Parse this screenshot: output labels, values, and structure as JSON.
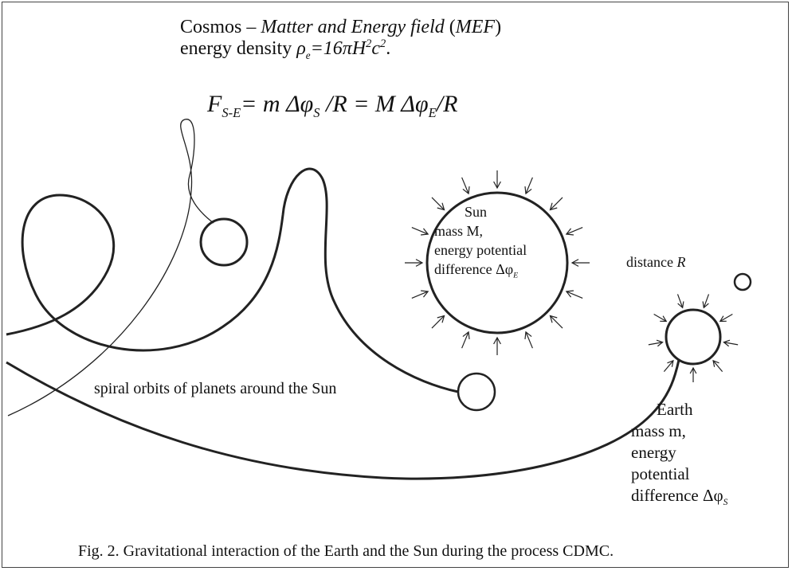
{
  "header": {
    "title_prefix": "Cosmos – ",
    "title_italic": "Matter and Energy field",
    "title_paren_open": " (",
    "title_abbr": "MEF",
    "title_paren_close": ")",
    "density_label": "energy density  ",
    "density_rho": "ρ",
    "density_rho_sub": "e",
    "density_eq": "=16πH",
    "density_sup1": "2",
    "density_c": "c",
    "density_sup2": "2",
    "density_end": "."
  },
  "formula": {
    "F": "F",
    "F_sub": "S-E",
    "part1": "= m Δφ",
    "part1_sub": "S",
    "part2": " /R = M Δφ",
    "part2_sub": "E",
    "part3": "/R"
  },
  "sun": {
    "line1": "Sun",
    "line2": "mass M,",
    "line3": "energy potential",
    "line4_prefix": "difference Δφ",
    "line4_sub": "E"
  },
  "distance": {
    "prefix": "distance ",
    "var": "R"
  },
  "orbits": {
    "label": "spiral orbits of planets around the Sun"
  },
  "earth": {
    "line1": "Earth",
    "line2": "mass m,",
    "line3": "energy",
    "line4": "potential",
    "line5_prefix": "difference  Δφ",
    "line5_sub": "S"
  },
  "caption": {
    "text": "Fig. 2. Gravitational interaction of the Earth and the Sun during the process CDMC."
  },
  "colors": {
    "stroke": "#222222",
    "text": "#111111",
    "background": "#ffffff"
  }
}
